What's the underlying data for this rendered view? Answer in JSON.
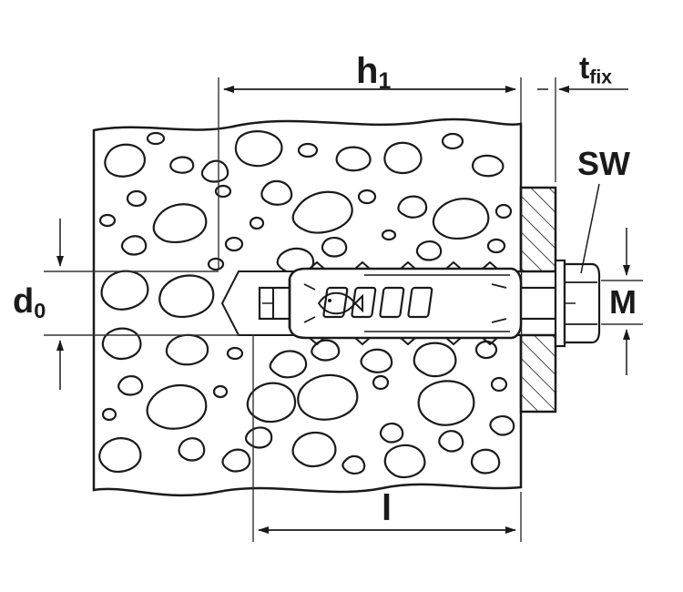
{
  "labels": {
    "h1_main": "h",
    "h1_sub": "1",
    "tfix_main": "t",
    "tfix_sub": "fix",
    "sw": "SW",
    "d0_main": "d",
    "d0_sub": "0",
    "m": "M",
    "l": "l"
  },
  "colors": {
    "line": "#1a1a1a",
    "dim_line": "#333333",
    "concrete_fill": "#ffffff",
    "background": "#ffffff"
  }
}
